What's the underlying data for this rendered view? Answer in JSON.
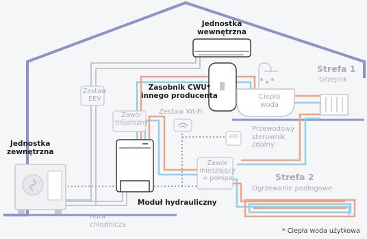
{
  "labels": {
    "indoor_unit": [
      "Jednostka",
      "wewnętrzna"
    ],
    "outdoor_unit": [
      "Jednostka",
      "zewnętrzna"
    ],
    "eev_kit": [
      "Zestaw",
      "EEV"
    ],
    "dhw_tank": [
      "Zasobnik CWU*",
      "innego producenta"
    ],
    "hot_water": [
      "Ciepła",
      "woda"
    ],
    "zone1": "Strefa 1",
    "radiator": "Grzejnik",
    "three_way_valve": [
      "Zawór",
      "trójdrożny"
    ],
    "wifi_kit": "Zestaw Wi-Fi",
    "remote_controller": [
      "Przewodowy",
      "sterownik",
      "zdalny"
    ],
    "mixing_valve": [
      "Zawór",
      "mieszający",
      "+ pompa"
    ],
    "zone2": "Strefa 2",
    "floor_heating": "Ogrzewanie podłogowe",
    "hydro_module": "Moduł hydrauliczny",
    "refrigerant_pipe": [
      "Rura",
      "chłodnicza"
    ],
    "footnote": "* Ciepła woda użytkowa"
  },
  "colors": {
    "house": "#8b93c9",
    "hot_pipe": "#f2a383",
    "cold_pipe": "#8fd0ec",
    "refrigerant_pipe": "#c4c8cd",
    "bold_text": "#1e1e1e",
    "grey_text": "#a9adb3"
  }
}
